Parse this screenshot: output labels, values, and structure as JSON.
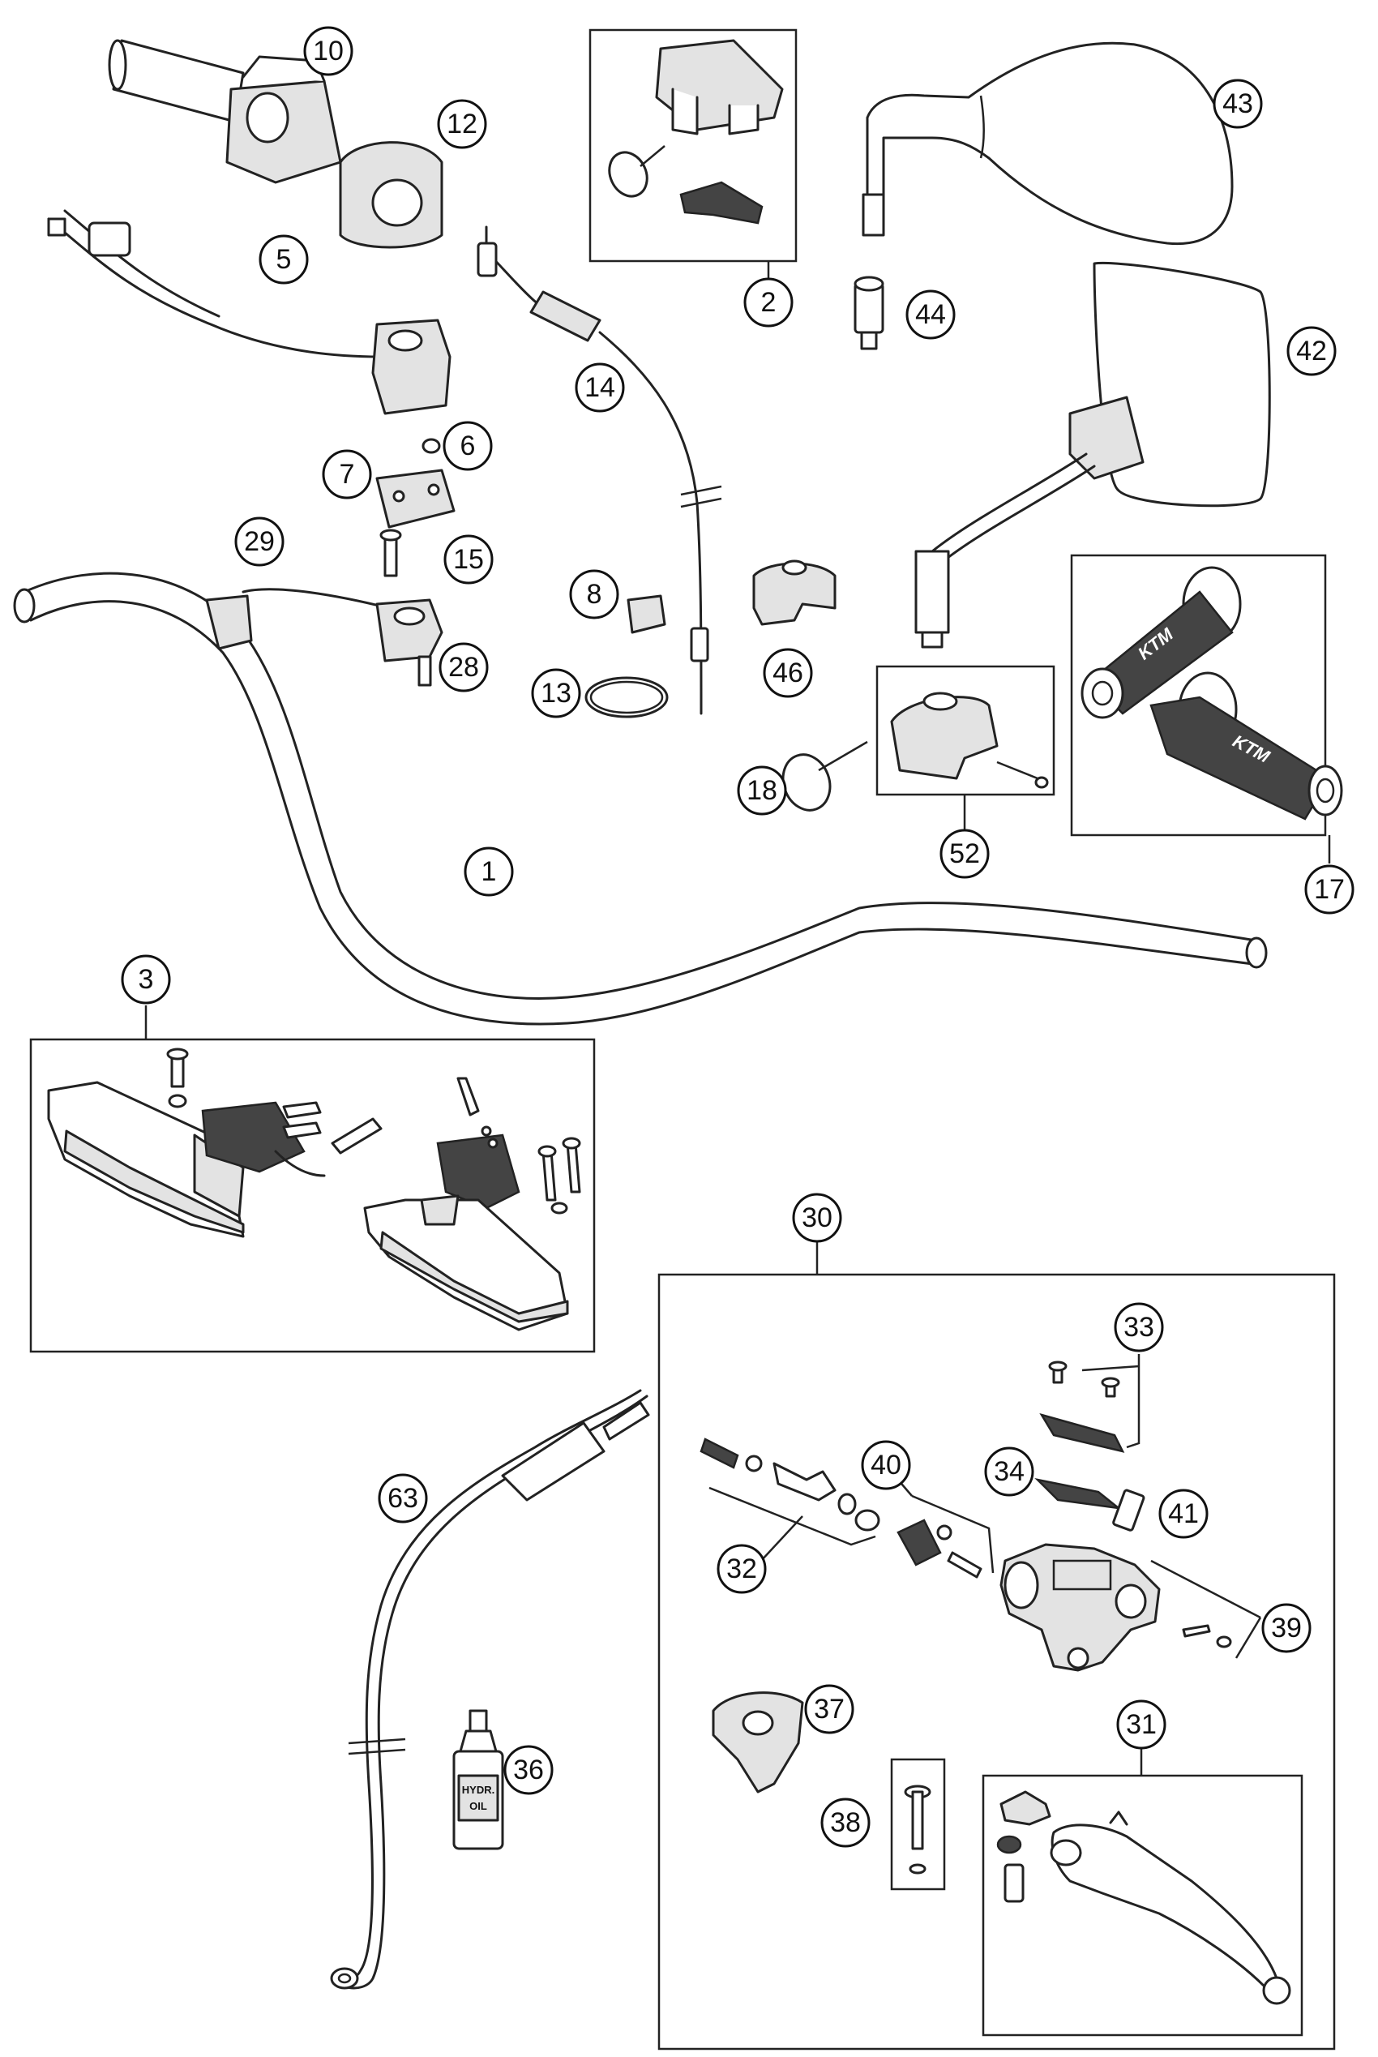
{
  "callouts": {
    "c1": "1",
    "c2": "2",
    "c3": "3",
    "c5": "5",
    "c6": "6",
    "c7": "7",
    "c8": "8",
    "c10": "10",
    "c12": "12",
    "c13": "13",
    "c14": "14",
    "c15": "15",
    "c17": "17",
    "c18": "18",
    "c28": "28",
    "c29": "29",
    "c30": "30",
    "c31": "31",
    "c32": "32",
    "c33": "33",
    "c34": "34",
    "c36": "36",
    "c37": "37",
    "c38": "38",
    "c39": "39",
    "c40": "40",
    "c41": "41",
    "c42": "42",
    "c43": "43",
    "c44": "44",
    "c46": "46",
    "c52": "52",
    "c63": "63"
  },
  "bottle_label": {
    "line1": "HYDR.",
    "line2": "OIL"
  },
  "grip_logo": "KTM",
  "colors": {
    "line": "#222222",
    "background": "#ffffff",
    "shade": "#e3e3e3"
  }
}
